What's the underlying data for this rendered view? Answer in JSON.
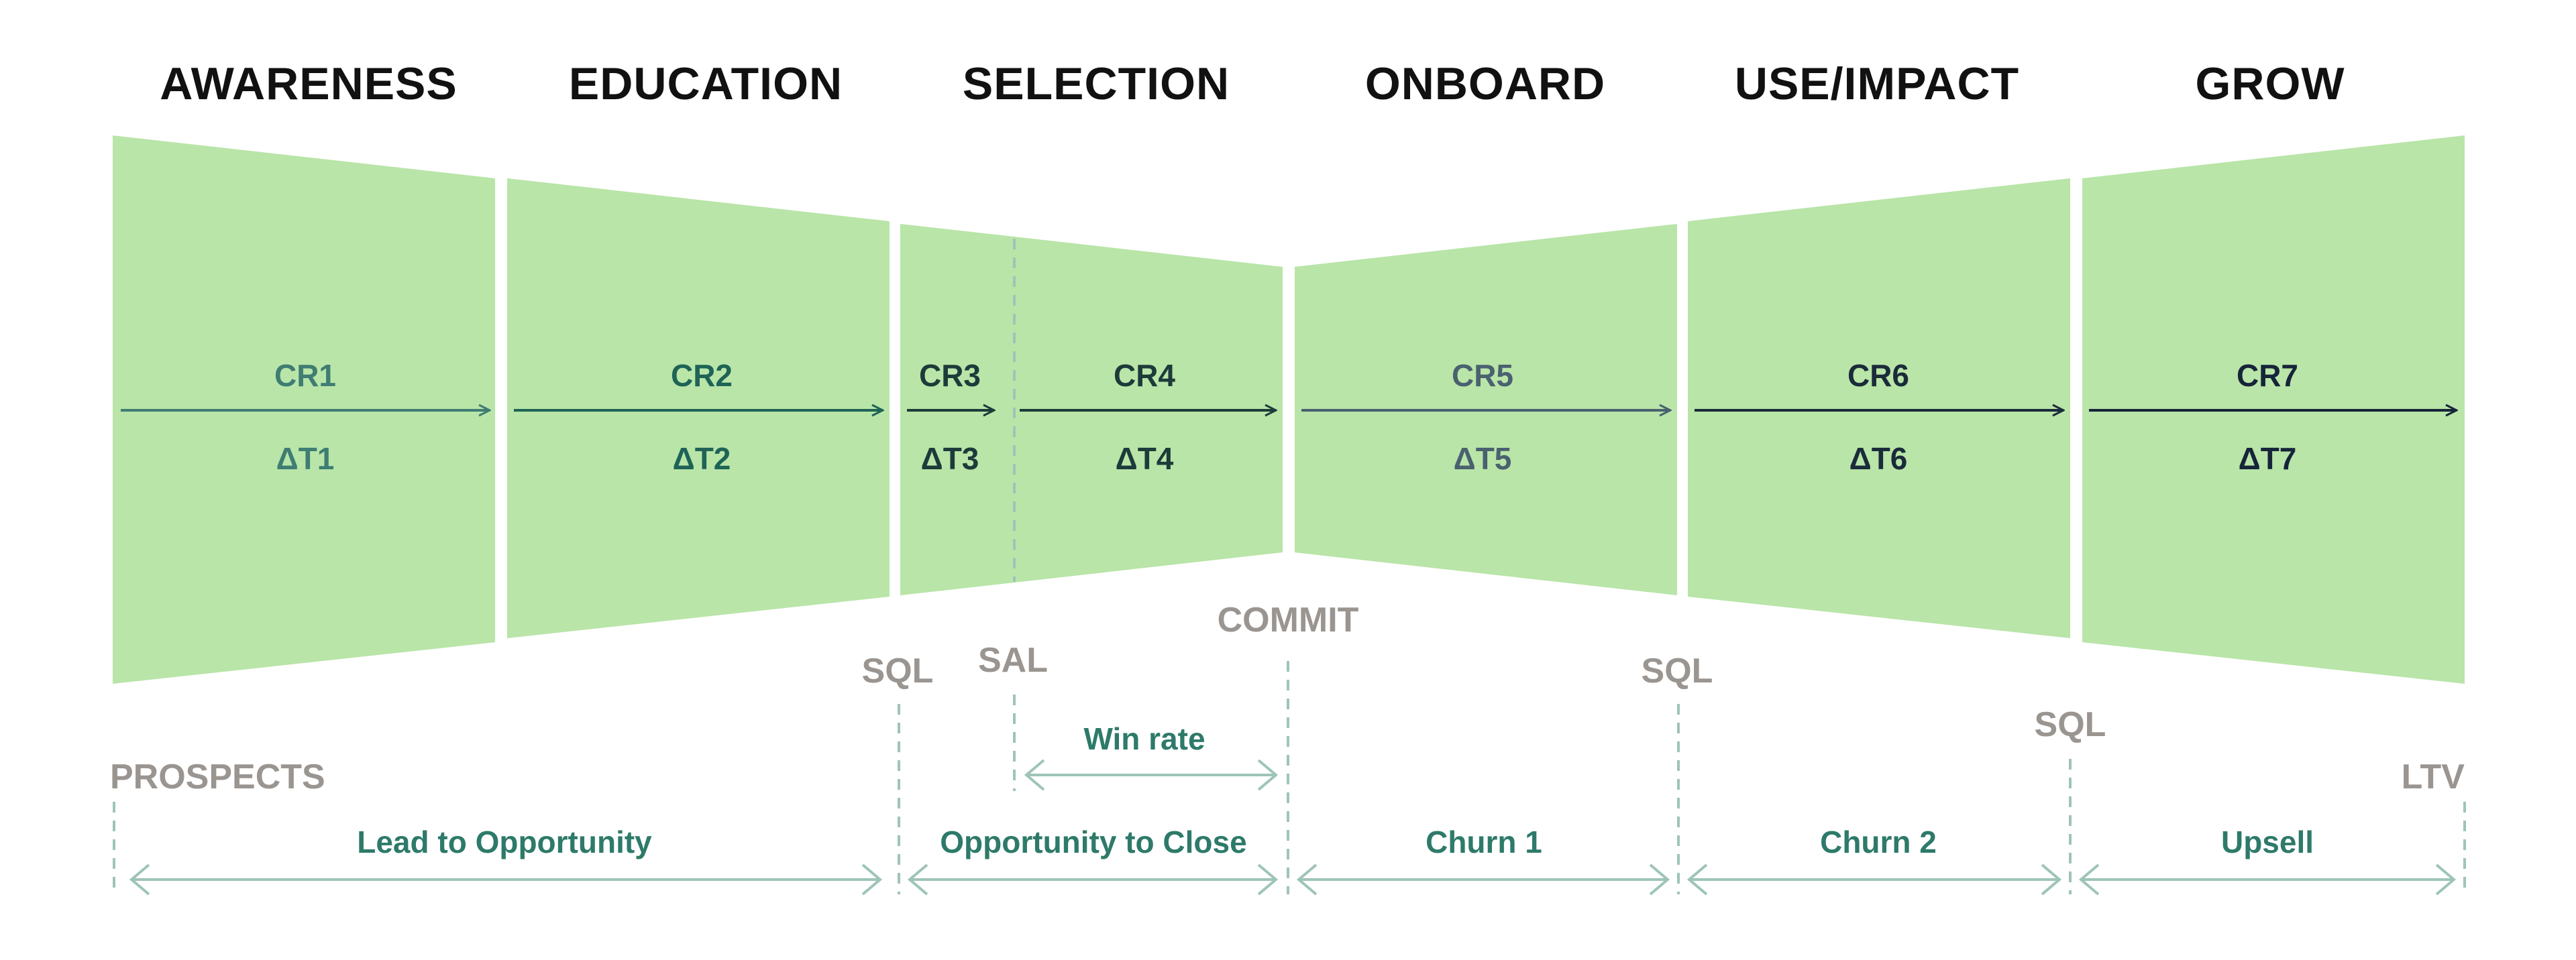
{
  "stages": [
    {
      "title": "AWARENESS",
      "cr": "CR1",
      "dt": "ΔT1",
      "color": "#3f7d73"
    },
    {
      "title": "EDUCATION",
      "cr": "CR2",
      "dt": "ΔT2",
      "color": "#1f6356"
    },
    {
      "title": "SELECTION",
      "cr": "CR3",
      "dt": "ΔT3",
      "color": "#1d3b3a"
    },
    {
      "title": "",
      "cr": "CR4",
      "dt": "ΔT4",
      "color": "#1d3b3a"
    },
    {
      "title": "ONBOARD",
      "cr": "CR5",
      "dt": "ΔT5",
      "color": "#4a6170"
    },
    {
      "title": "USE/IMPACT",
      "cr": "CR6",
      "dt": "ΔT6",
      "color": "#1a2b3a"
    },
    {
      "title": "GROW",
      "cr": "CR7",
      "dt": "ΔT7",
      "color": "#16243a"
    }
  ],
  "milestones": {
    "prospects": "PROSPECTS",
    "sql1": "SQL",
    "sal": "SAL",
    "commit": "COMMIT",
    "sql2": "SQL",
    "sql3": "SQL",
    "ltv": "LTV"
  },
  "spans": {
    "lead_to_opportunity": "Lead to Opportunity",
    "opportunity_to_close": "Opportunity to Close",
    "win_rate": "Win rate",
    "churn1": "Churn 1",
    "churn2": "Churn 2",
    "upsell": "Upsell"
  },
  "colors": {
    "panel": "#b9e5a8",
    "milestone_text": "#9a9590",
    "span_text": "#2e7a6a",
    "span_arrow": "#9ec4b8",
    "dashed_line": "#9ec4b8"
  }
}
